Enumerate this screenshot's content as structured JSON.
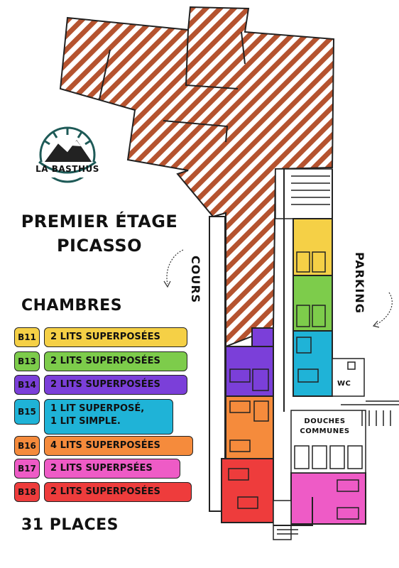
{
  "logo": {
    "text": "LA BASTHUS",
    "colors": {
      "ring": "#1e5a57",
      "mountain": "#222222"
    }
  },
  "heading": {
    "line1": "PREMIER ÉTAGE",
    "line2": "PICASSO"
  },
  "labels": {
    "cours": "COURS",
    "parking": "PARKING",
    "wc": "WC",
    "douches": "DOUCHES COMMUNES"
  },
  "legend": {
    "title": "CHAMBRES",
    "rooms": [
      {
        "code": "B11",
        "desc": "2 LITS SUPERPOSÉES",
        "color": "#f5d046"
      },
      {
        "code": "B13",
        "desc": "2 LITS SUPERPOSÉES",
        "color": "#7dcc4b"
      },
      {
        "code": "B14",
        "desc": "2 LITS SUPERPOSÉES",
        "color": "#7b3fd9"
      },
      {
        "code": "B15",
        "desc": "1 LIT SUPERPOSÉ,\n1 LIT SIMPLE.",
        "color": "#1fb3d7"
      },
      {
        "code": "B16",
        "desc": "4 LITS SUPERPOSÉES",
        "color": "#f58b3c"
      },
      {
        "code": "B17",
        "desc": "2 LITS SUPERPSÉES",
        "color": "#ee5bc6"
      },
      {
        "code": "B18",
        "desc": "2 LITS SUPERPOSÉES",
        "color": "#ee3c3c"
      }
    ],
    "total": "31 PLACES"
  },
  "colors": {
    "hatch": "#b5532f",
    "outline": "#222222"
  }
}
